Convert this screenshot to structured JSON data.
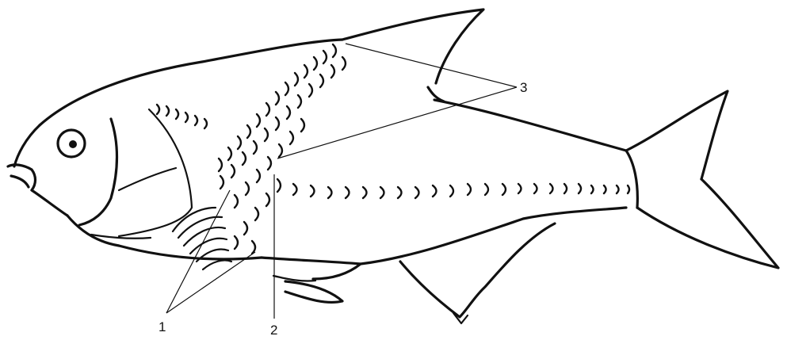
{
  "figure": {
    "labels": [
      {
        "id": "1",
        "text": "1"
      },
      {
        "id": "2",
        "text": "2"
      },
      {
        "id": "3",
        "text": "3"
      }
    ]
  },
  "colors": {
    "ink": "#111111",
    "paper": "#ffffff"
  }
}
